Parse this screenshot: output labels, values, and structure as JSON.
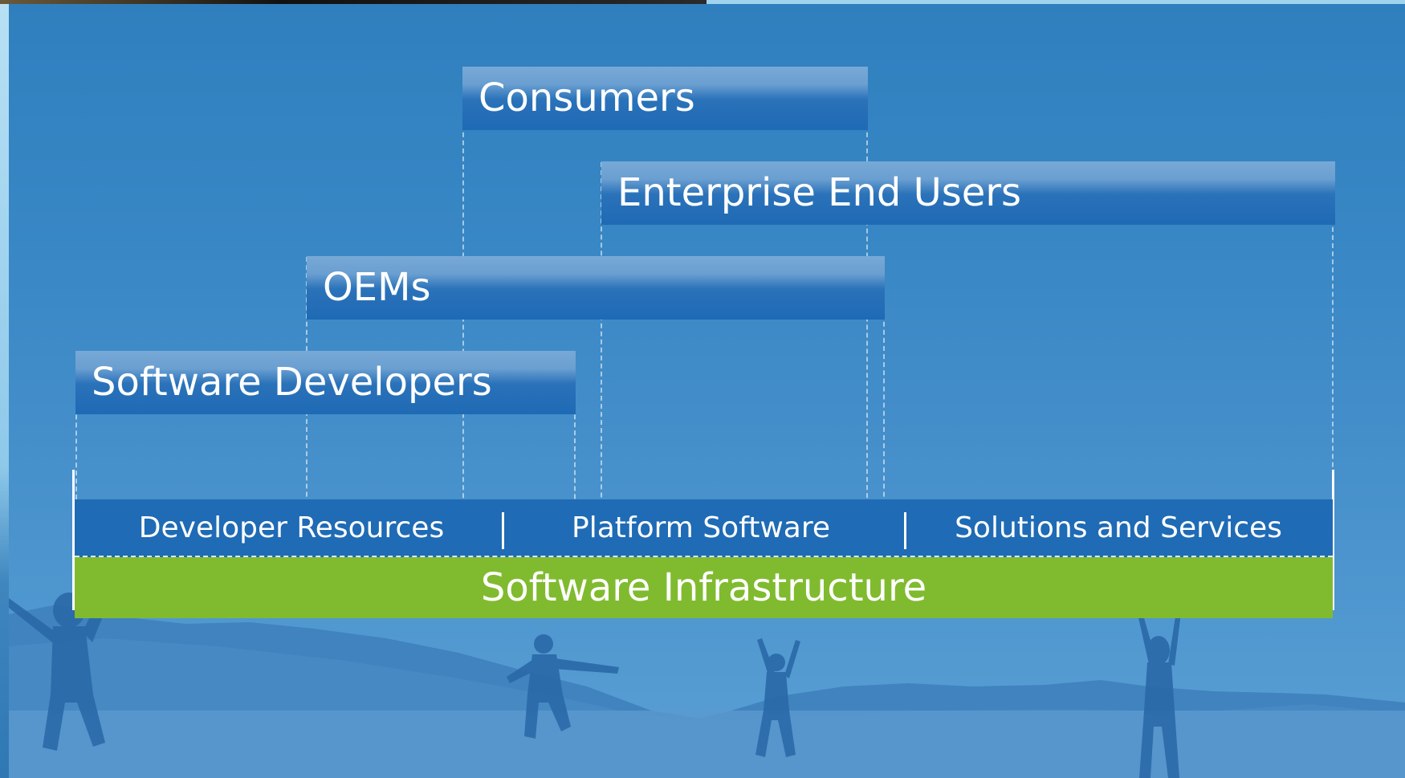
{
  "diagram": {
    "audiences": [
      {
        "id": "consumers",
        "label": "Consumers"
      },
      {
        "id": "enterprise",
        "label": "Enterprise End Users"
      },
      {
        "id": "oems",
        "label": "OEMs"
      },
      {
        "id": "developers",
        "label": "Software Developers"
      }
    ],
    "resources": {
      "developer": "Developer Resources",
      "platform": "Platform Software",
      "solutions": "Solutions and Services"
    },
    "foundation": "Software Infrastructure"
  },
  "colors": {
    "background_blue": "#3a88c6",
    "bar_blue": "#1f6bb5",
    "infrastructure_green": "#80bb2f",
    "text": "#ffffff"
  }
}
